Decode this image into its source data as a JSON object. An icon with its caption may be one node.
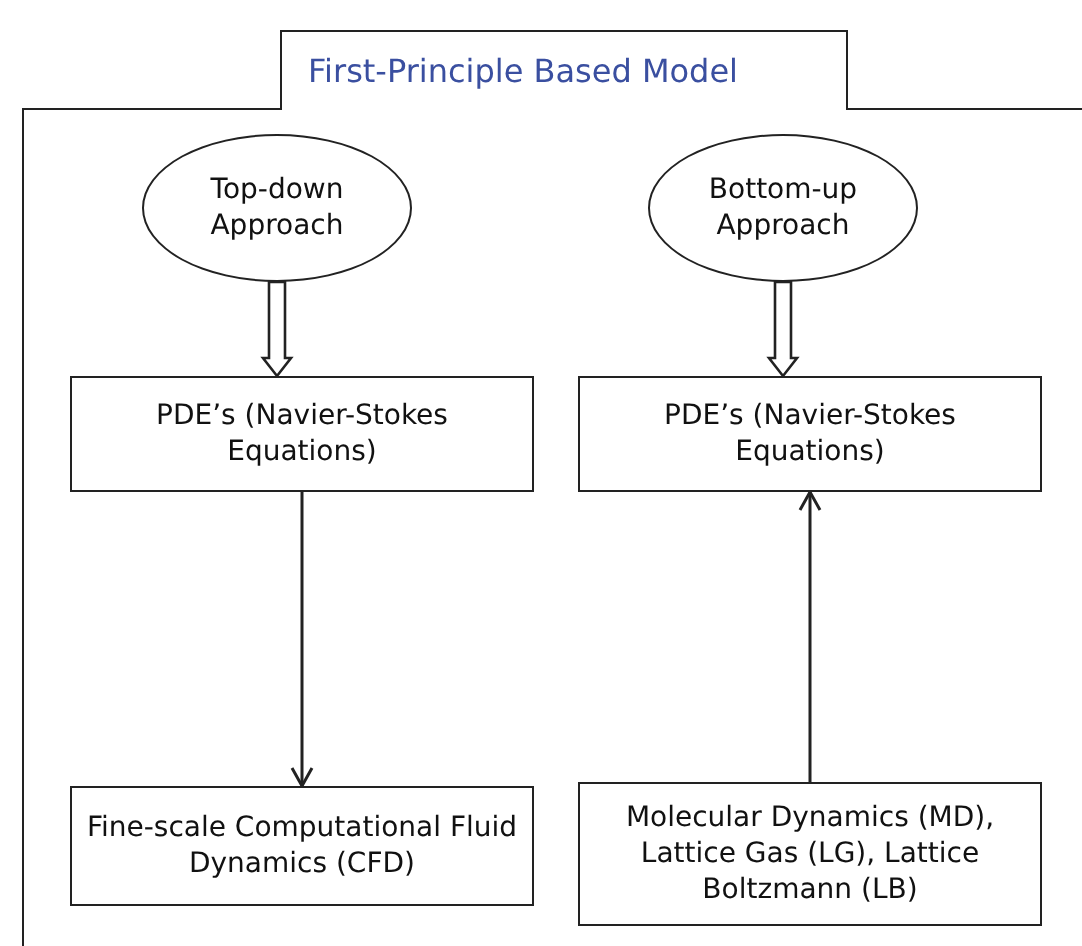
{
  "diagram": {
    "title": "First-Principle Based Model",
    "nodes": [
      {
        "text": [
          "Top-down Approach"
        ]
      },
      {
        "text": [
          "Bottom-up Approach"
        ]
      },
      {
        "text": [
          "PDE’s (Navier-Stokes Equations)"
        ]
      },
      {
        "text": [
          "PDE’s (Navier-Stokes Equations)"
        ]
      },
      {
        "text": [
          "Fine-scale Computational Fluid Dynamics (CFD)"
        ]
      },
      {
        "text": [
          "Molecular Dynamics (MD), Lattice Gas (LG), Lattice Boltzmann (LB)"
        ]
      }
    ],
    "edges": [
      {
        "from": 0,
        "to": 2,
        "arrow": "to",
        "style": "thick"
      },
      {
        "from": 1,
        "to": 3,
        "arrow": "to",
        "style": "thick"
      },
      {
        "from": 2,
        "to": 4,
        "arrow": "to"
      },
      {
        "from": 5,
        "to": 3,
        "arrow": "to"
      }
    ]
  }
}
